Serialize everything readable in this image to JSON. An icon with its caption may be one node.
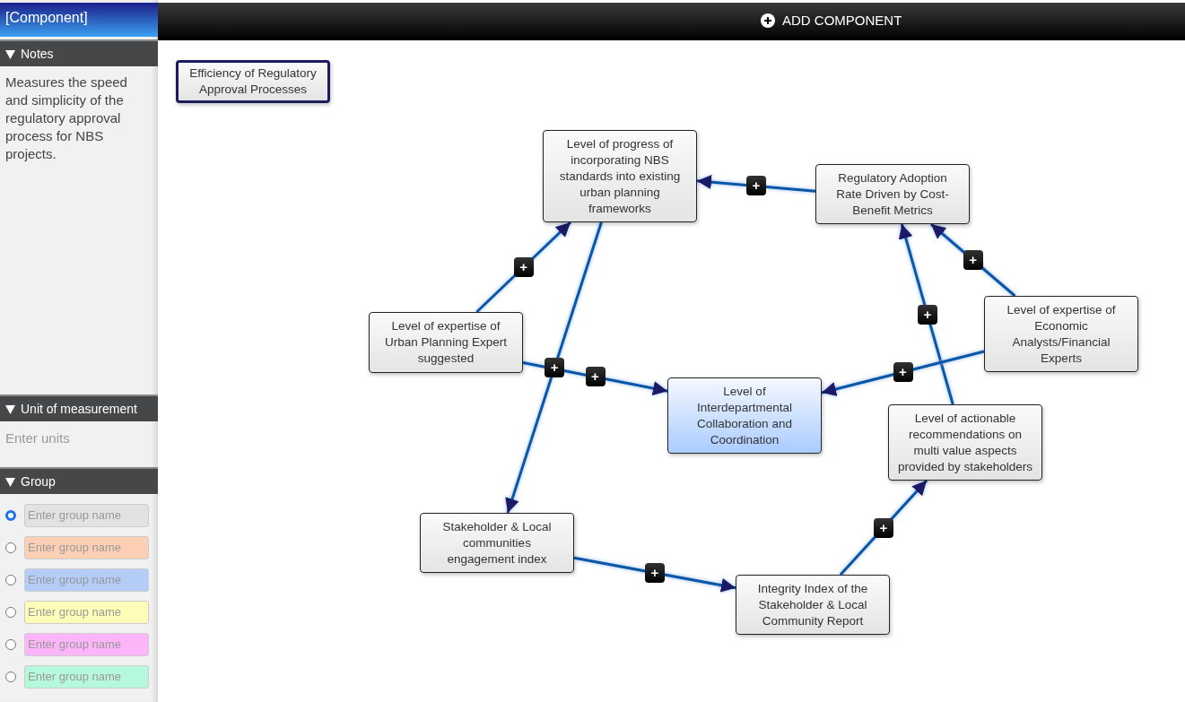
{
  "diagram": {
    "nodes": [
      {
        "text": [
          "Efficiency of Regulatory Approval Processes"
        ]
      },
      {
        "text": [
          "Level of progress of incorporating NBS standards into existing urban planning frameworks"
        ]
      },
      {
        "text": [
          "Regulatory Adoption Rate Driven by Cost-Benefit Metrics"
        ]
      },
      {
        "text": [
          "Level of expertise of Urban Planning Expert suggested"
        ]
      },
      {
        "text": [
          "Level of expertise of Economic Analysts/Financial Experts"
        ]
      },
      {
        "text": [
          "Level of Interdepartmental Collaboration and Coordination"
        ]
      },
      {
        "text": [
          "Level of actionable recommendations on multi value aspects provided by stakeholders"
        ]
      },
      {
        "text": [
          "Stakeholder & Local communities engagement index"
        ]
      },
      {
        "text": [
          "Integrity Index of the Stakeholder & Local Community Report"
        ]
      }
    ],
    "edges": [
      {
        "from": 2,
        "to": 1,
        "arrow": "to",
        "label": "+"
      },
      {
        "from": 3,
        "to": 1,
        "arrow": "to",
        "label": "+"
      },
      {
        "from": 1,
        "to": 7,
        "arrow": "to",
        "label": "+"
      },
      {
        "from": 3,
        "to": 5,
        "arrow": "to",
        "label": "+"
      },
      {
        "from": 4,
        "to": 2,
        "arrow": "to",
        "label": "+"
      },
      {
        "from": 6,
        "to": 2,
        "arrow": "to",
        "label": "+"
      },
      {
        "from": 4,
        "to": 5,
        "arrow": "to",
        "label": "+"
      },
      {
        "from": 7,
        "to": 8,
        "arrow": "to",
        "label": "+"
      },
      {
        "from": 8,
        "to": 6,
        "arrow": "to",
        "label": "+"
      }
    ],
    "labels": [
      "[Component]",
      "ADD COMPONENT",
      "Notes",
      "Measures the speed and simplicity of the regulatory approval process for NBS projects.",
      "Unit of measurement",
      "Enter units",
      "Group"
    ],
    "legend": [
      {
        "text": "Enter group name",
        "color": "#e2e2e2"
      },
      {
        "text": "Enter group name",
        "color": "#fdd0b5"
      },
      {
        "text": "Enter group name",
        "color": "#b3cdf8"
      },
      {
        "text": "Enter group name",
        "color": "#fdfdb8"
      },
      {
        "text": "Enter group name",
        "color": "#fbb5f8"
      },
      {
        "text": "Enter group name",
        "color": "#b5f8dc"
      }
    ]
  }
}
